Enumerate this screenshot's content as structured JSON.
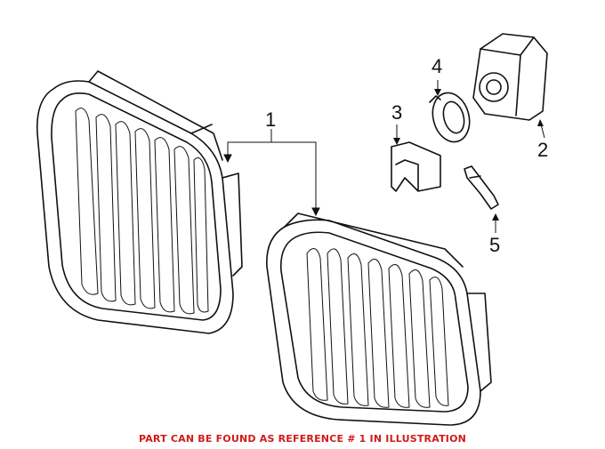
{
  "callouts": [
    "1",
    "2",
    "3",
    "4",
    "5"
  ],
  "note": "PART CAN BE FOUND AS REFERENCE # 1 IN ILLUSTRATION",
  "colors": {
    "note": "#d11a1a",
    "lines": "#111111"
  }
}
